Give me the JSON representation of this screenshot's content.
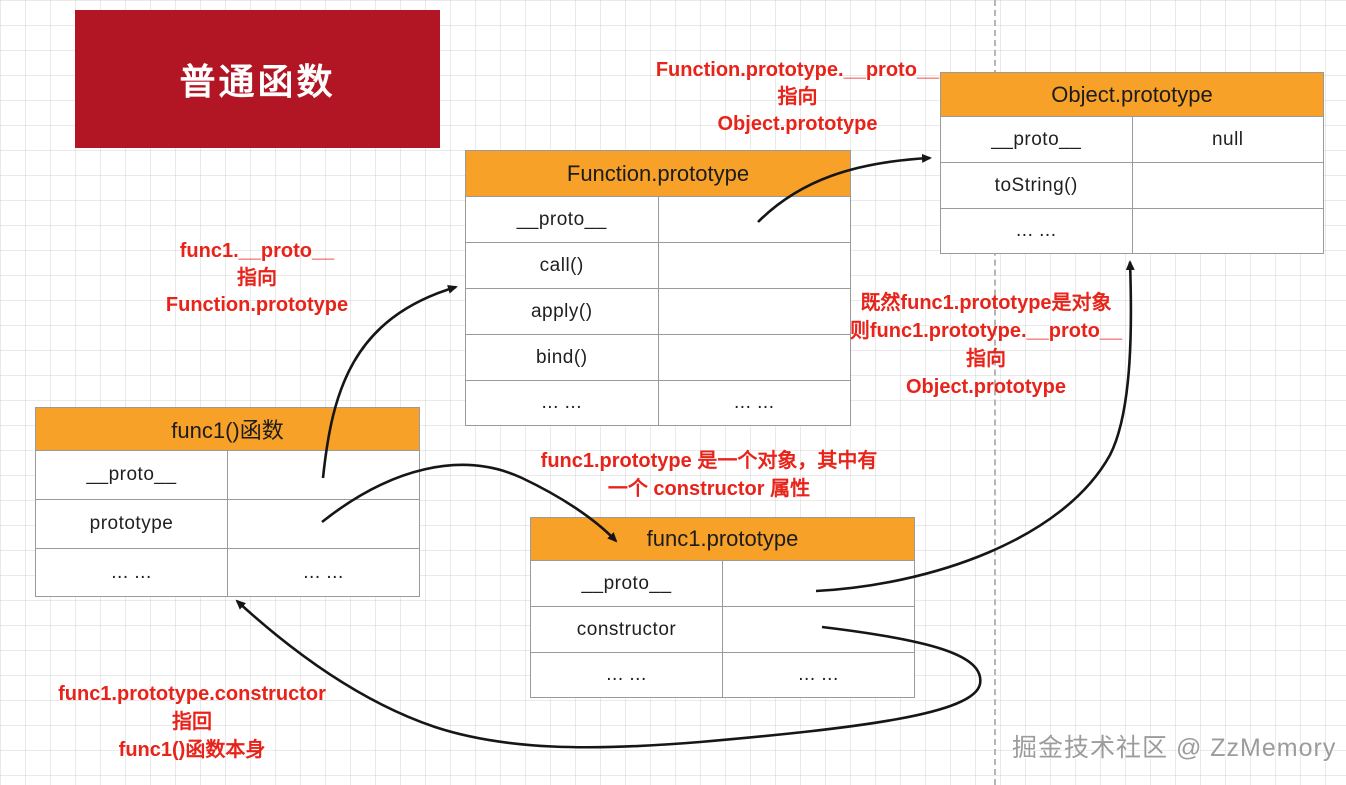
{
  "title_box": {
    "label": "普通函数"
  },
  "tables": {
    "function_prototype": {
      "title": "Function.prototype",
      "rows": [
        {
          "key": "__proto__",
          "value": ""
        },
        {
          "key": "call()",
          "value": ""
        },
        {
          "key": "apply()",
          "value": ""
        },
        {
          "key": "bind()",
          "value": ""
        },
        {
          "key": "... ...",
          "value": "... ..."
        }
      ]
    },
    "object_prototype": {
      "title": "Object.prototype",
      "rows": [
        {
          "key": "__proto__",
          "value": "null"
        },
        {
          "key": "toString()",
          "value": ""
        },
        {
          "key": "... ...",
          "value": ""
        }
      ]
    },
    "func1_function": {
      "title": "func1()函数",
      "rows": [
        {
          "key": "__proto__",
          "value": ""
        },
        {
          "key": "prototype",
          "value": ""
        },
        {
          "key": "... ...",
          "value": "... ..."
        }
      ]
    },
    "func1_prototype": {
      "title": "func1.prototype",
      "rows": [
        {
          "key": "__proto__",
          "value": ""
        },
        {
          "key": "constructor",
          "value": ""
        },
        {
          "key": "... ...",
          "value": "... ..."
        }
      ]
    }
  },
  "annotations": {
    "func_proto_to_obj": {
      "line1": "Function.prototype.__proto__",
      "line2": "指向",
      "line3": "Object.prototype"
    },
    "func1_to_func_proto": {
      "line1": "func1.__proto__",
      "line2": "指向",
      "line3": "Function.prototype"
    },
    "func1_proto_to_obj": {
      "line1": "既然func1.prototype是对象",
      "line2": "则func1.prototype.__proto__",
      "line3": "指向",
      "line4": "Object.prototype"
    },
    "func1_prototype_desc": {
      "line1": "func1.prototype 是一个对象，其中有",
      "line2": "一个 constructor 属性"
    },
    "constructor_back": {
      "line1": "func1.prototype.constructor",
      "line2": "指回",
      "line3": "func1()函数本身"
    }
  },
  "watermark": {
    "text": "掘金技术社区 @ ZzMemory"
  },
  "colors": {
    "accent_orange": "#F7A128",
    "title_red": "#B21523",
    "annotation_red": "#E8231A",
    "arrow_black": "#161616"
  }
}
